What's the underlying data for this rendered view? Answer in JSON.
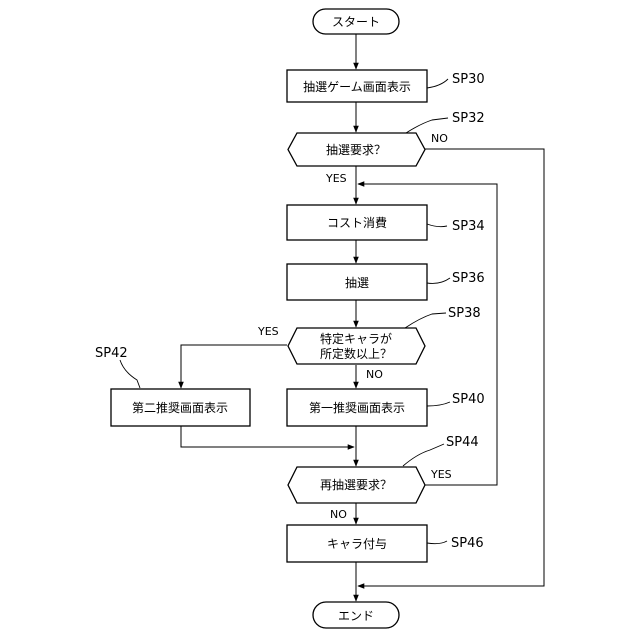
{
  "nodes": {
    "start": "スタート",
    "sp30": {
      "text": "抽選ゲーム画面表示",
      "label": "SP30"
    },
    "sp32": {
      "text": "抽選要求？",
      "label": "SP32",
      "yes": "YES",
      "no": "NO"
    },
    "sp34": {
      "text": "コスト消費",
      "label": "SP34"
    },
    "sp36": {
      "text": "抽選",
      "label": "SP36"
    },
    "sp38": {
      "line1": "特定キャラが",
      "line2": "所定数以上？",
      "label": "SP38",
      "yes": "YES",
      "no": "NO"
    },
    "sp40": {
      "text": "第一推奨画面表示",
      "label": "SP40"
    },
    "sp42": {
      "text": "第二推奨画面表示",
      "label": "SP42"
    },
    "sp44": {
      "text": "再抽選要求？",
      "label": "SP44",
      "yes": "YES",
      "no": "NO"
    },
    "sp46": {
      "text": "キャラ付与",
      "label": "SP46"
    },
    "end": "エンド"
  }
}
